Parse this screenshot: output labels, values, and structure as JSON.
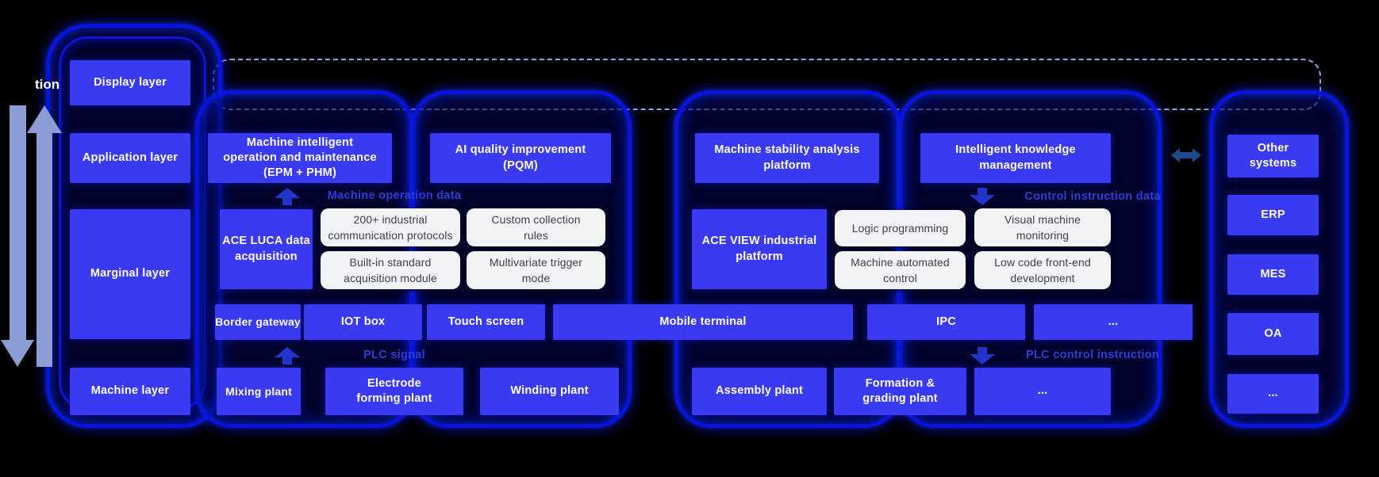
{
  "colors": {
    "background": "#000000",
    "box_blue": "#3a3af2",
    "glow_blue": "#0912df",
    "white_box": "#f2f3f7",
    "flow_label_blue": "#2e3cd8",
    "side_arrow_gray": "#8b9dd4",
    "dashed_border": "#8ba6e6"
  },
  "left": {
    "cut_text": "tion"
  },
  "layers": {
    "display": "Display layer",
    "application": "Application layer",
    "marginal": "Marginal layer",
    "machine": "Machine layer"
  },
  "applications": {
    "epm": "Machine intelligent\noperation and maintenance\n(EPM + PHM)",
    "pqm": "AI quality improvement\n(PQM)",
    "stability": "Machine stability analysis\nplatform",
    "knowledge": "Intelligent knowledge\nmanagement"
  },
  "flow_labels": {
    "machine_operation_data": "Machine operation data",
    "control_instruction_data": "Control instruction data",
    "plc_signal": "PLC signal",
    "plc_control_instruction": "PLC control instruction"
  },
  "marginal": {
    "ace_luca": "ACE LUCA data\nacquisition",
    "protocols": "200+ industrial\ncommunication protocols",
    "builtin_module": "Built-in standard\nacquisition module",
    "custom_rules": "Custom collection\nrules",
    "multivariate": "Multivariate trigger\nmode",
    "ace_view": "ACE VIEW industrial\nplatform",
    "logic_programming": "Logic programming",
    "visual_monitoring": "Visual machine\nmonitoring",
    "automated_control": "Machine automated\ncontrol",
    "low_code": "Low code front-end\ndevelopment"
  },
  "devices": [
    "Border gateway",
    "IOT box",
    "Touch screen",
    "Mobile terminal",
    "IPC",
    "..."
  ],
  "machines": [
    "Mixing plant",
    "Electrode\nforming plant",
    "Winding plant",
    "Assembly plant",
    "Formation &\ngrading plant",
    "..."
  ],
  "external_systems": {
    "title": "Other\nsystems",
    "items": [
      "ERP",
      "MES",
      "OA",
      "..."
    ]
  }
}
